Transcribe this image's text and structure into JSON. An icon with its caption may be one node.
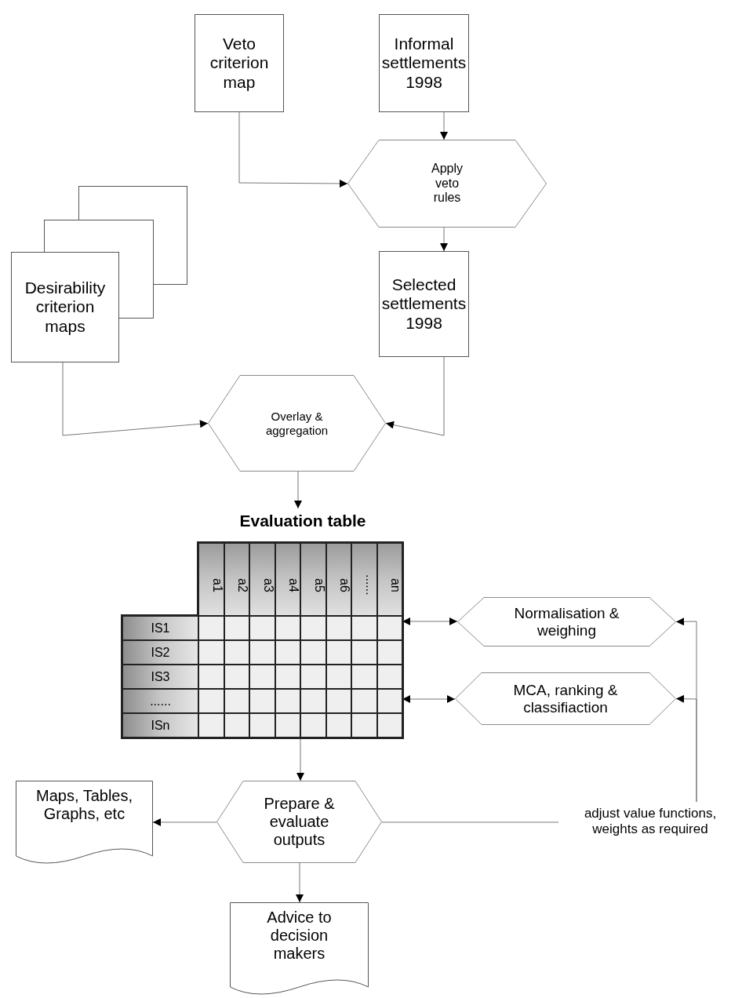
{
  "diagram": {
    "nodes": [
      {
        "text": [
          "Veto criterion map"
        ]
      },
      {
        "text": [
          "Informal settlements 1998"
        ]
      },
      {
        "text": [
          "Apply veto rules"
        ]
      },
      {
        "text": [
          "Desirability criterion maps"
        ]
      },
      {
        "text": [
          "Selected settlements 1998"
        ]
      },
      {
        "text": [
          "Overlay & aggregation"
        ]
      },
      {
        "text": [
          "Evaluation table"
        ]
      },
      {
        "text": [
          "Normalisation & weighing"
        ]
      },
      {
        "text": [
          "MCA, ranking & classifiaction"
        ]
      },
      {
        "text": [
          "Prepare & evaluate outputs"
        ]
      },
      {
        "text": [
          "Maps, Tables, Graphs, etc"
        ]
      },
      {
        "text": [
          "Advice to decision makers"
        ]
      },
      {
        "text": [
          "adjust value functions, weights as required"
        ]
      }
    ],
    "edges": [
      {
        "from": 0,
        "to": 2,
        "arrow": "to"
      },
      {
        "from": 1,
        "to": 2,
        "arrow": "to"
      },
      {
        "from": 2,
        "to": 4,
        "arrow": "to"
      },
      {
        "from": 3,
        "to": 5,
        "arrow": "to"
      },
      {
        "from": 4,
        "to": 5,
        "arrow": "to"
      },
      {
        "from": 5,
        "to": 6,
        "arrow": "to"
      },
      {
        "from": 6,
        "to": 7,
        "arrow": "both"
      },
      {
        "from": 6,
        "to": 8,
        "arrow": "both"
      },
      {
        "from": 6,
        "to": 9,
        "arrow": "to"
      },
      {
        "from": 9,
        "to": 10,
        "arrow": "to"
      },
      {
        "from": 9,
        "to": 11,
        "arrow": "to"
      },
      {
        "from": 9,
        "to": 12,
        "arrow": "none"
      },
      {
        "from": 12,
        "to": 7,
        "arrow": "to"
      },
      {
        "from": 12,
        "to": 8,
        "arrow": "to"
      }
    ],
    "labels": [
      "a1",
      "a2",
      "a3",
      "a4",
      "a5",
      "a6",
      "......",
      "an",
      "IS1",
      "IS2",
      "IS3",
      "......",
      "ISn"
    ]
  }
}
